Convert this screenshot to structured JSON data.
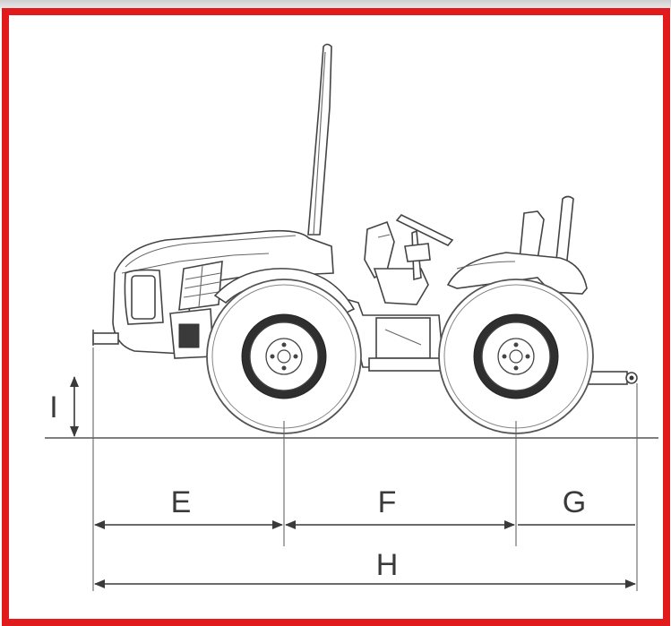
{
  "colors": {
    "frame_border": "#e11b1b",
    "line_art": "#444444",
    "background": "#ffffff"
  },
  "dimensions": {
    "E": "E",
    "F": "F",
    "G": "G",
    "H": "H",
    "I": "I"
  }
}
